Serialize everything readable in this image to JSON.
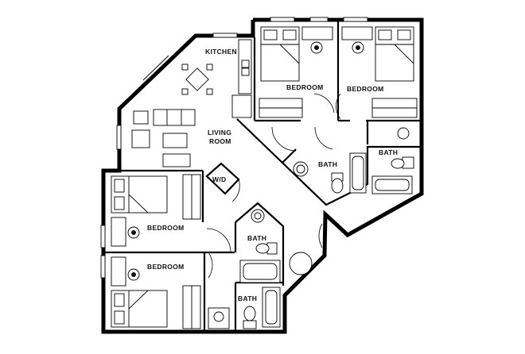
{
  "floor_plan": {
    "rooms": [
      {
        "key": "kitchen",
        "label": "KITCHEN"
      },
      {
        "key": "living",
        "label_lines": [
          "LIVING",
          "ROOM"
        ]
      },
      {
        "key": "bedroom_a",
        "label": "BEDROOM"
      },
      {
        "key": "bedroom_b",
        "label": "BEDROOM"
      },
      {
        "key": "bath_a",
        "label": "BATH"
      },
      {
        "key": "bath_b",
        "label": "BATH"
      },
      {
        "key": "wd",
        "label": "W/D"
      },
      {
        "key": "bedroom_c",
        "label": "BEDROOM"
      },
      {
        "key": "bath_c",
        "label": "BATH"
      },
      {
        "key": "bedroom_d",
        "label": "BEDROOM"
      },
      {
        "key": "bath_d",
        "label": "BATH"
      }
    ]
  }
}
